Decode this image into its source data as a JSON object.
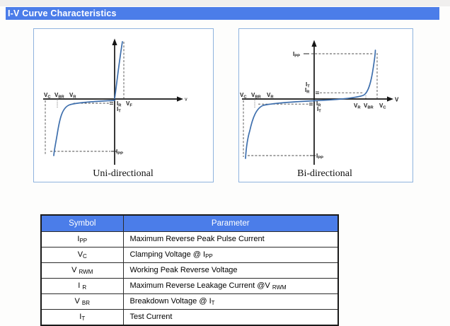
{
  "header": {
    "title": "I-V Curve Characteristics"
  },
  "colors": {
    "accent_blue": "#4b7de9",
    "box_border_blue": "#8fb3de",
    "curve_blue": "#3e6fad"
  },
  "sym": {
    "vc": {
      "m": "V",
      "s": "C"
    },
    "vbr": {
      "m": "V",
      "s": "BR"
    },
    "vr": {
      "m": "V",
      "s": "R"
    },
    "vf": {
      "m": "V",
      "s": "F"
    },
    "ipp": {
      "m": "I",
      "s": "PP"
    },
    "ir": {
      "m": "I",
      "s": "R"
    },
    "it": {
      "m": "I",
      "s": "T"
    },
    "v": {
      "m": "V",
      "s": ""
    }
  },
  "diagrams": {
    "uni": {
      "caption": "Uni-directional"
    },
    "bi": {
      "caption": "Bi-directional"
    }
  },
  "table": {
    "headers": [
      "Symbol",
      "Parameter"
    ],
    "rows": [
      {
        "symbol": {
          "m": "I",
          "s": "PP"
        },
        "param": {
          "t": "Maximum Reverse Peak Pulse Current",
          "s": ""
        }
      },
      {
        "symbol": {
          "m": "V",
          "s": "C"
        },
        "param": {
          "t": "Clamping Voltage @ I",
          "s": "PP"
        }
      },
      {
        "symbol": {
          "m": "V ",
          "s": "RWM"
        },
        "param": {
          "t": "Working Peak Reverse Voltage",
          "s": ""
        }
      },
      {
        "symbol": {
          "m": "I ",
          "s": "R"
        },
        "param": {
          "t": "Maximum Reverse Leakage Current @V ",
          "s": "RWM"
        }
      },
      {
        "symbol": {
          "m": "V ",
          "s": "BR"
        },
        "param": {
          "t": "Breakdown Voltage @ I",
          "s": "T"
        }
      },
      {
        "symbol": {
          "m": "I",
          "s": "T"
        },
        "param": {
          "t": "Test Current",
          "s": ""
        }
      }
    ]
  }
}
